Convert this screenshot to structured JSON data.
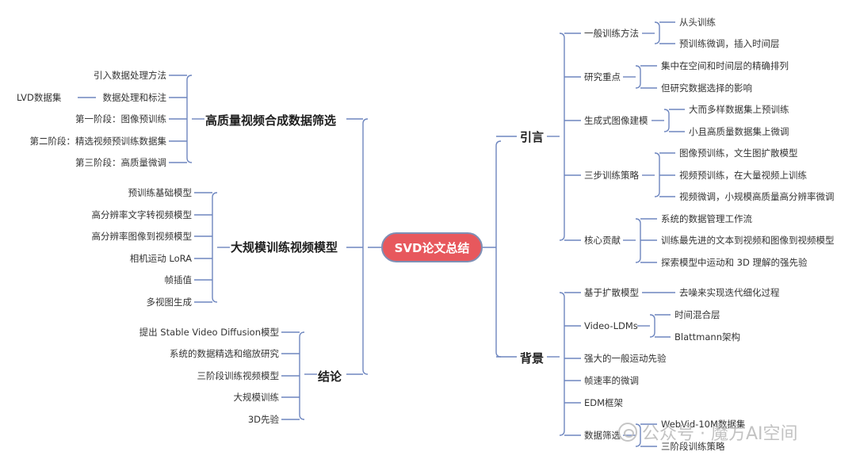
{
  "center": "SVD论文总结",
  "left": [
    {
      "label": "高质量视频合成数据筛选",
      "children": [
        "引入数据处理方法",
        "数据处理和标注",
        "第一阶段：图像预训练",
        "第二阶段：精选视频预训练数据集",
        "第三阶段：高质量微调"
      ],
      "sub": {
        "label": "LVD数据集"
      }
    },
    {
      "label": "大规模训练视频模型",
      "children": [
        "预训练基础模型",
        "高分辨率文字转视频模型",
        "高分辨率图像到视频模型",
        "相机运动 LoRA",
        "帧插值",
        "多视图生成"
      ]
    },
    {
      "label": "结论",
      "children": [
        "提出 Stable Video Diffusion模型",
        "系统的数据精选和缩放研究",
        "三阶段训练视频模型",
        "大规模训练",
        "3D先验"
      ]
    }
  ],
  "right": [
    {
      "label": "引言",
      "children": [
        {
          "label": "一般训练方法",
          "children": [
            "从头训练",
            "预训练微调，插入时间层"
          ]
        },
        {
          "label": "研究重点",
          "children": [
            "集中在空间和时间层的精确排列",
            "但研究数据选择的影响"
          ]
        },
        {
          "label": "生成式图像建模",
          "children": [
            "大而多样数据集上预训练",
            "小且高质量数据集上微调"
          ]
        },
        {
          "label": "三步训练策略",
          "children": [
            "图像预训练，文生图扩散模型",
            "视频预训练，在大量视频上训练",
            "视频微调，小规模高质量高分辨率微调"
          ]
        },
        {
          "label": "核心贡献",
          "children": [
            "系统的数据管理工作流",
            "训练最先进的文本到视频和图像到视频模型",
            "探索模型中运动和 3D 理解的强先验"
          ]
        }
      ]
    },
    {
      "label": "背景",
      "children": [
        {
          "label": "基于扩散模型",
          "children": [
            "去噪来实现迭代细化过程"
          ]
        },
        {
          "label": "Video-LDMs",
          "children": [
            "时间混合层",
            "Blattmann架构"
          ]
        },
        {
          "label": "强大的一般运动先验",
          "children": []
        },
        {
          "label": "帧速率的微调",
          "children": []
        },
        {
          "label": "EDM框架",
          "children": []
        },
        {
          "label": "数据筛选",
          "children": [
            "WebVid-10M数据集",
            "三阶段训练策略"
          ]
        }
      ]
    }
  ],
  "watermark": "公众号 · 魔方AI空间",
  "colors": {
    "line": "#6e86bf",
    "center_fill": "#e7585d",
    "center_border": "#7e8fb5"
  }
}
